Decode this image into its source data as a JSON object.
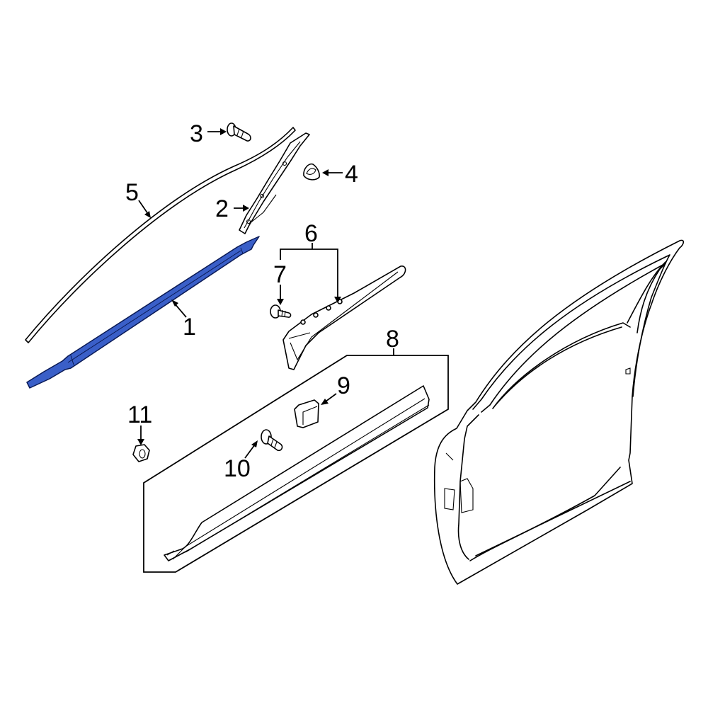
{
  "diagram": {
    "type": "exploded-parts-diagram",
    "subject": "front door moldings and trim",
    "highlight_color": "#3a5fc8",
    "highlighted_part": "1",
    "callouts": [
      {
        "id": "1",
        "label": "1"
      },
      {
        "id": "2",
        "label": "2"
      },
      {
        "id": "3",
        "label": "3"
      },
      {
        "id": "4",
        "label": "4"
      },
      {
        "id": "5",
        "label": "5"
      },
      {
        "id": "6",
        "label": "6"
      },
      {
        "id": "7",
        "label": "7"
      },
      {
        "id": "8",
        "label": "8"
      },
      {
        "id": "9",
        "label": "9"
      },
      {
        "id": "10",
        "label": "10"
      },
      {
        "id": "11",
        "label": "11"
      }
    ]
  }
}
